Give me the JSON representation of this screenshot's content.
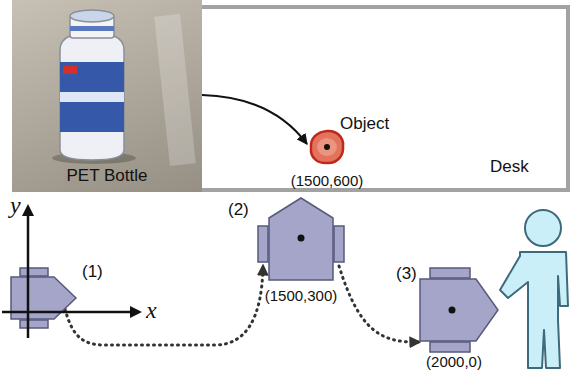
{
  "diagram": {
    "nodes": [
      {
        "text": [
          "Desk"
        ]
      },
      {
        "text": [
          "Object",
          "(1500,600)"
        ],
        "in": 0
      },
      {
        "text": [
          "PET Bottle"
        ]
      },
      {
        "text": [
          "(1)"
        ]
      },
      {
        "text": [
          "(2)",
          "(1500,300)"
        ]
      },
      {
        "text": [
          "(3)",
          "(2000,0)"
        ]
      }
    ],
    "edges": [
      {
        "from": 2,
        "to": 1,
        "arrow": "to"
      },
      {
        "from": 3,
        "to": 4,
        "arrow": "to"
      },
      {
        "from": 4,
        "to": 5,
        "arrow": "to"
      }
    ],
    "labels": [
      "y",
      "x"
    ]
  }
}
